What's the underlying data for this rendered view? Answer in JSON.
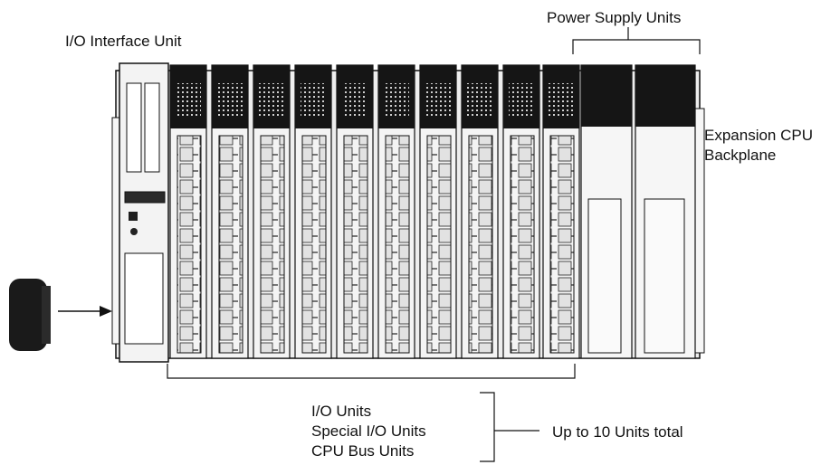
{
  "labels": {
    "io_interface_unit": "I/O Interface Unit",
    "power_supply_units": "Power Supply Units",
    "expansion_cpu_line1": "Expansion CPU",
    "expansion_cpu_line2": "Backplane",
    "io_units": "I/O Units",
    "special_io_units": "Special I/O Units",
    "cpu_bus_units": "CPU Bus Units",
    "up_to_10": "Up to 10 Units total"
  },
  "colors": {
    "line": "#111111",
    "panel_dark": "#151515",
    "unit_face": "#f4f4f4",
    "terminal": "#d8d8d8"
  },
  "unit_slots": 10,
  "power_supply_units": 2
}
